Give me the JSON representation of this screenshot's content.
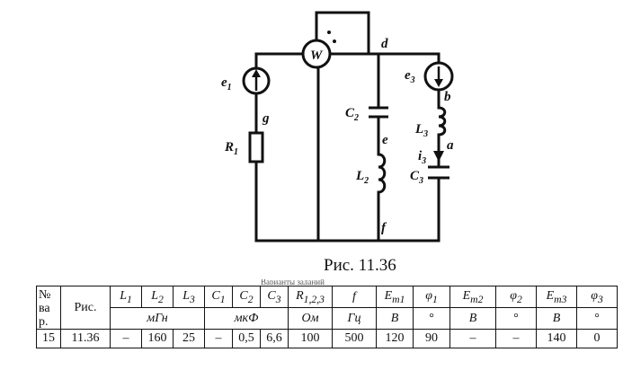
{
  "figure": {
    "caption": "Рис. 11.36",
    "cut_text": "Варианты заданий",
    "labels": {
      "wattmeter": "W",
      "e1": "e",
      "e1_sub": "1",
      "e3": "e",
      "e3_sub": "3",
      "R1": "R",
      "R1_sub": "1",
      "C2": "C",
      "C2_sub": "2",
      "L2": "L",
      "L2_sub": "2",
      "L3": "L",
      "L3_sub": "3",
      "C3": "C",
      "C3_sub": "3",
      "i3": "i",
      "i3_sub": "3",
      "node_d": "d",
      "node_g": "g",
      "node_e": "e",
      "node_f": "f",
      "node_b": "b",
      "node_a": "a"
    }
  },
  "table": {
    "head": {
      "var": [
        "№",
        "ва",
        "р."
      ],
      "fig": "Рис.",
      "L1": "L",
      "L1_sub": "1",
      "L2": "L",
      "L2_sub": "2",
      "L3": "L",
      "L3_sub": "3",
      "C1": "C",
      "C1_sub": "1",
      "C2": "C",
      "C2_sub": "2",
      "C3": "C",
      "C3_sub": "3",
      "R": "R",
      "R_sub": "1,2,3",
      "f": "f",
      "Em1": "E",
      "Em1_sub": "m1",
      "phi1": "φ",
      "phi1_sub": "1",
      "Em2": "E",
      "Em2_sub": "m2",
      "phi2": "φ",
      "phi2_sub": "2",
      "Em3": "E",
      "Em3_sub": "m3",
      "phi3": "φ",
      "phi3_sub": "3"
    },
    "units": {
      "L": "мГн",
      "C": "мкФ",
      "R": "Ом",
      "f": "Гц",
      "Em1": "В",
      "phi1": "°",
      "Em2": "В",
      "phi2": "°",
      "Em3": "В",
      "phi3": "°"
    },
    "row": {
      "var": "15",
      "fig": "11.36",
      "L1": "–",
      "L2": "160",
      "L3": "25",
      "C1": "–",
      "C2": "0,5",
      "C3": "6,6",
      "R": "100",
      "f": "500",
      "Em1": "120",
      "phi1": "90",
      "Em2": "–",
      "phi2": "–",
      "Em3": "140",
      "phi3": "0"
    }
  }
}
